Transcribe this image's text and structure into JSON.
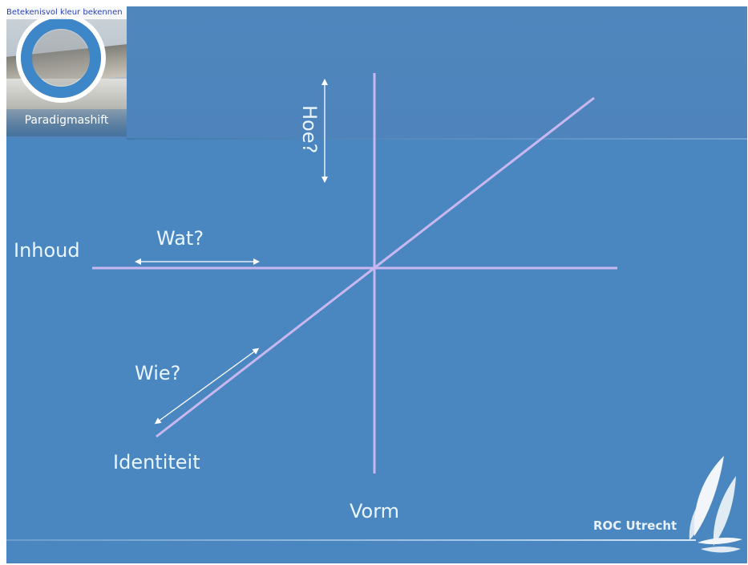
{
  "logo": {
    "top_caption": "Betekenisvol kleur bekennen",
    "bottom_caption": "Paradigmashift"
  },
  "diagram": {
    "labels": {
      "hoe": "Hoe?",
      "wat": "Wat?",
      "wie": "Wie?",
      "inhoud": "Inhoud",
      "identiteit": "Identiteit",
      "vorm": "Vorm"
    },
    "axis_color": "#c9b8f0",
    "arrow_color": "#ffffff",
    "background_color": "#4a86bf"
  },
  "brand": {
    "name": "ROC Utrecht"
  }
}
